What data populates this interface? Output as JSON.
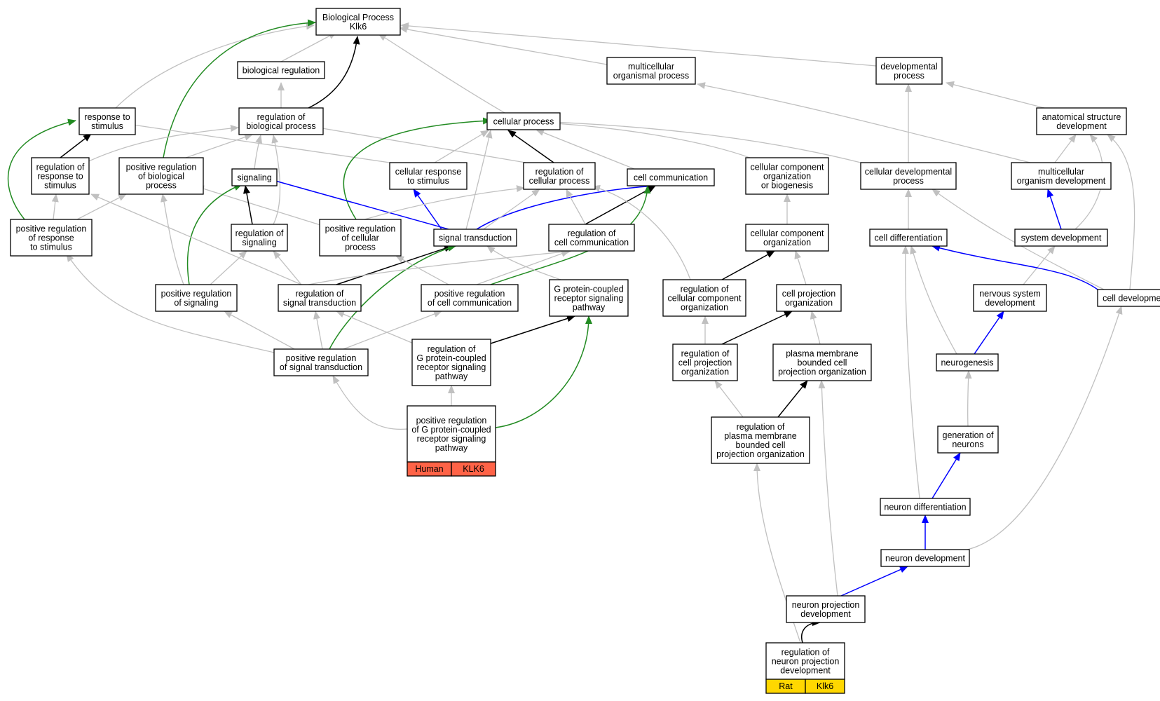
{
  "colors": {
    "is_a": "#c0c0c0",
    "part_of": "#000000",
    "regulates": "#000000",
    "neg": "#0000ff",
    "pos": "#228b22",
    "human": "#ff6347",
    "rat": "#ffd700"
  },
  "nodes": {
    "root": [
      "Biological Process",
      "Klk6"
    ],
    "bioreg": [
      "biological regulation"
    ],
    "mcop": [
      "multicellular",
      "organismal process"
    ],
    "devproc": [
      "developmental",
      "process"
    ],
    "resp": [
      "response to",
      "stimulus"
    ],
    "regbp": [
      "regulation of",
      "biological process"
    ],
    "cellproc": [
      "cellular process"
    ],
    "asd": [
      "anatomical structure",
      "development"
    ],
    "regresp": [
      "regulation of",
      "response to",
      "stimulus"
    ],
    "posregbp": [
      "positive regulation",
      "of biological",
      "process"
    ],
    "signaling": [
      "signaling"
    ],
    "cellresp": [
      "cellular response",
      "to stimulus"
    ],
    "regcp": [
      "regulation of",
      "cellular process"
    ],
    "cellcomm": [
      "cell communication"
    ],
    "ccob": [
      "cellular component",
      "organization",
      "or biogenesis"
    ],
    "celldevproc": [
      "cellular developmental",
      "process"
    ],
    "mod": [
      "multicellular",
      "organism development"
    ],
    "posregresp": [
      "positive regulation",
      "of response",
      "to stimulus"
    ],
    "regsig": [
      "regulation of",
      "signaling"
    ],
    "posregcp": [
      "positive regulation",
      "of cellular",
      "process"
    ],
    "sigtrans": [
      "signal transduction"
    ],
    "regcc": [
      "regulation of",
      "cell communication"
    ],
    "cco": [
      "cellular component",
      "organization"
    ],
    "celldiff": [
      "cell differentiation"
    ],
    "sysdev": [
      "system development"
    ],
    "posregsig": [
      "positive regulation",
      "of signaling"
    ],
    "regst": [
      "regulation of",
      "signal transduction"
    ],
    "posregcc": [
      "positive regulation",
      "of cell communication"
    ],
    "gpcr": [
      "G protein-coupled",
      "receptor signaling",
      "pathway"
    ],
    "regcco": [
      "regulation of",
      "cellular component",
      "organization"
    ],
    "cpo": [
      "cell projection",
      "organization"
    ],
    "nsd": [
      "nervous system",
      "development"
    ],
    "celldev": [
      "cell development"
    ],
    "posregst": [
      "positive regulation",
      "of signal transduction"
    ],
    "reggpcr": [
      "regulation of",
      "G protein-coupled",
      "receptor signaling",
      "pathway"
    ],
    "regcpo": [
      "regulation of",
      "cell projection",
      "organization"
    ],
    "pmbcpo": [
      "plasma membrane",
      "bounded cell",
      "projection organization"
    ],
    "neurogen": [
      "neurogenesis"
    ],
    "posreggpcr": [
      "positive regulation",
      "of G protein-coupled",
      "receptor signaling",
      "pathway"
    ],
    "regpmbcpo": [
      "regulation of",
      "plasma membrane",
      "bounded cell",
      "projection organization"
    ],
    "genneur": [
      "generation of",
      "neurons"
    ],
    "neurdiff": [
      "neuron differentiation"
    ],
    "neurdev": [
      "neuron development"
    ],
    "npd": [
      "neuron projection",
      "development"
    ],
    "regnpd": [
      "regulation of",
      "neuron projection",
      "development"
    ]
  },
  "legends": {
    "human_species": "Human",
    "human_gene": "KLK6",
    "rat_species": "Rat",
    "rat_gene": "Klk6"
  }
}
